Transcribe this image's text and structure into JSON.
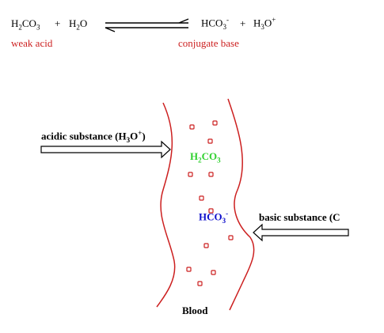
{
  "equation": {
    "reactant_1": {
      "base": "H",
      "sub1": "2",
      "mid": "CO",
      "sub2": "3"
    },
    "plus_1": "+",
    "reactant_2": {
      "base": "H",
      "sub": "2",
      "tail": "O"
    },
    "product_1": {
      "base": "HCO",
      "sub": "3",
      "sup": "-"
    },
    "plus_2": "+",
    "product_2": {
      "base": "H",
      "sub": "3",
      "tail": "O",
      "sup": "+"
    },
    "weak_acid_label": "weak acid",
    "conjugate_base_label": "conjugate base"
  },
  "diagram": {
    "acidic_label": {
      "pre": "acidic substance (H",
      "sub": "3",
      "mid": "O",
      "sup": "+",
      "post": ")"
    },
    "basic_label": "basic substance (C",
    "h2co3_label": {
      "base": "H",
      "sub1": "2",
      "mid": "CO",
      "sub2": "3"
    },
    "hco3_label": {
      "base": "HCO",
      "sub": "3",
      "sup": "-"
    },
    "blood_label": "Blood",
    "colors": {
      "red": "#cc1f1f",
      "green": "#2fd02f",
      "blue": "#1010cc",
      "black": "#000000"
    }
  }
}
